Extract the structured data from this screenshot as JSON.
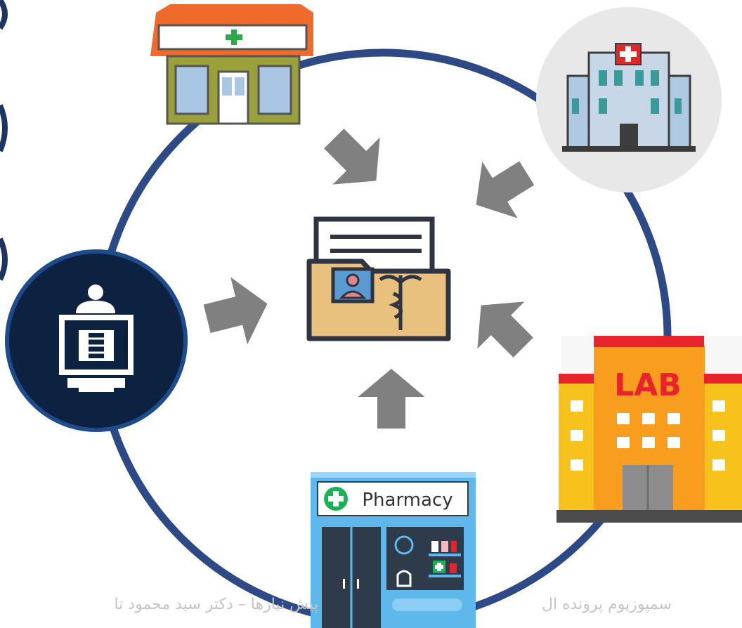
{
  "lab": {
    "label": "LAB"
  },
  "pharmacy": {
    "label": "Pharmacy"
  },
  "footer": {
    "text_right": "سمپوزیوم پرونده ال",
    "text_left": "پیش نیازها – دکتر سید محمود تا"
  },
  "colors": {
    "ring": "#2d4a86",
    "arrow": "#808080",
    "xray_bg": "#0d2140",
    "lab_building": "#f7c21b",
    "lab_roof": "#e8232b",
    "pharmacy_blue": "#5fb8ec",
    "pharmacy_green": "#19b255",
    "folder": "#e9c17f",
    "footer_text": "#c4c4c4"
  }
}
